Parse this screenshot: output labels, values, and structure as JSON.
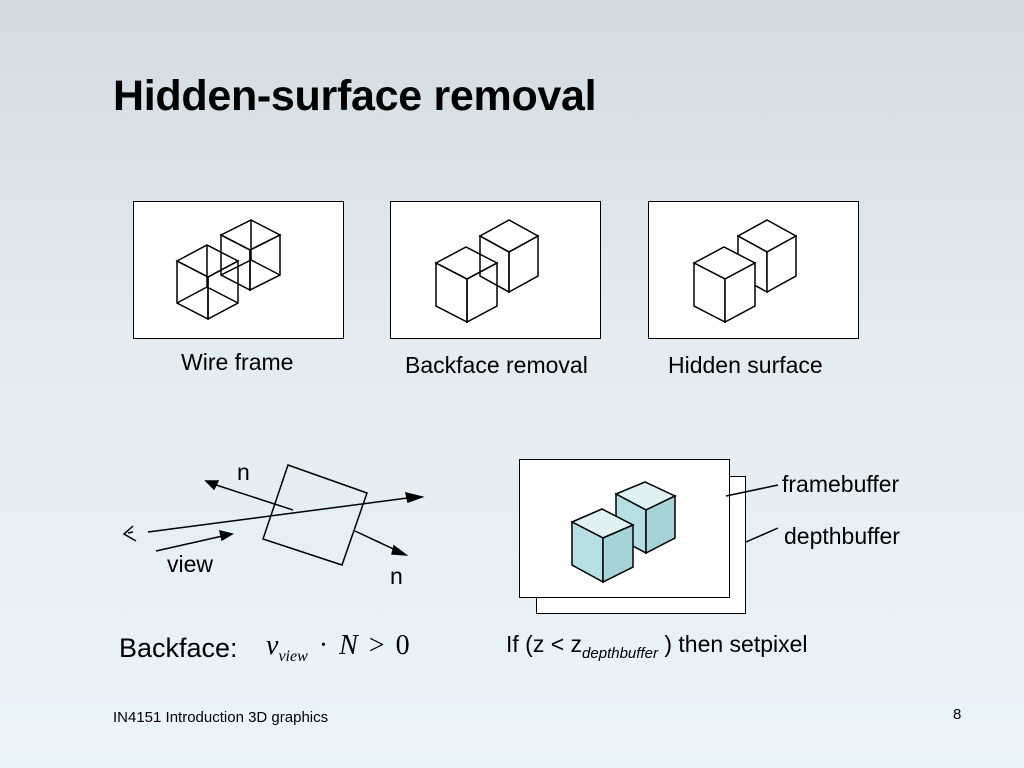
{
  "slide": {
    "title": "Hidden-surface removal",
    "panels": [
      {
        "caption": "Wire frame"
      },
      {
        "caption": "Backface removal"
      },
      {
        "caption": "Hidden surface"
      }
    ],
    "diagram": {
      "normal_top_label": "n",
      "normal_bottom_label": "n",
      "view_label": "view"
    },
    "buffers": {
      "framebuffer_label": "framebuffer",
      "depthbuffer_label": "depthbuffer",
      "cube_color": "#b5dfe2"
    },
    "backface": {
      "label": "Backface:",
      "v": "v",
      "v_sub": "view",
      "dot": "·",
      "N": "N",
      "gt": ">",
      "zero": "0"
    },
    "condition": {
      "prefix": "If (z < z",
      "sub": "depthbuffer",
      "suffix": " ) then setpixel"
    },
    "footer": {
      "course": "IN4151  Introduction 3D graphics",
      "page_number": "8"
    }
  }
}
